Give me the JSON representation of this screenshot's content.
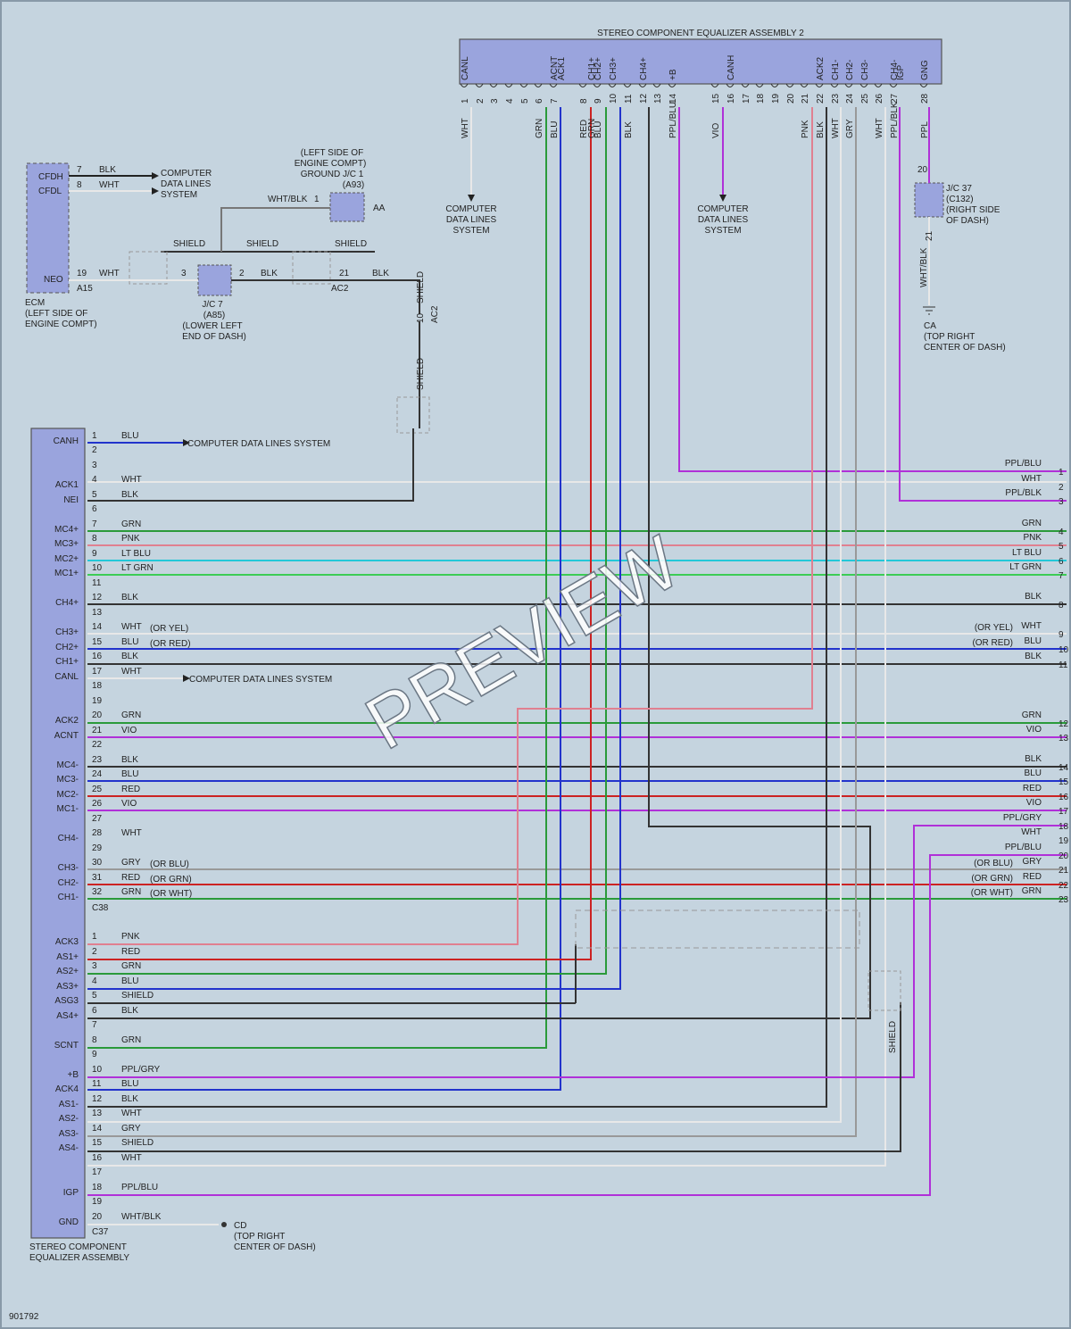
{
  "top_assembly": {
    "title": "STEREO COMPONENT EQUALIZER ASSEMBLY 2",
    "pins": [
      {
        "n": "1",
        "label": "CANL",
        "wire": "WHT"
      },
      {
        "n": "2",
        "label": "",
        "wire": ""
      },
      {
        "n": "3",
        "label": "",
        "wire": ""
      },
      {
        "n": "4",
        "label": "",
        "wire": ""
      },
      {
        "n": "5",
        "label": "",
        "wire": ""
      },
      {
        "n": "6",
        "label": "",
        "wire": "GRN"
      },
      {
        "n": "7",
        "label": "ACNT",
        "wire": "BLU"
      },
      {
        "n": "",
        "label": "ACK1",
        "wire": ""
      },
      {
        "n": "8",
        "label": "",
        "wire": "RED"
      },
      {
        "n": "",
        "label": "CH1+",
        "wire": "GRN"
      },
      {
        "n": "9",
        "label": "CH2+",
        "wire": "BLU"
      },
      {
        "n": "10",
        "label": "CH3+",
        "wire": ""
      },
      {
        "n": "11",
        "label": "",
        "wire": "BLK"
      },
      {
        "n": "12",
        "label": "CH4+",
        "wire": ""
      },
      {
        "n": "13",
        "label": "",
        "wire": ""
      },
      {
        "n": "14",
        "label": "+B",
        "wire": "PPL/BLU"
      },
      {
        "n": "15",
        "label": "",
        "wire": "VIO"
      },
      {
        "n": "16",
        "label": "CANH",
        "wire": ""
      },
      {
        "n": "17",
        "label": "",
        "wire": ""
      },
      {
        "n": "18",
        "label": "",
        "wire": ""
      },
      {
        "n": "19",
        "label": "",
        "wire": ""
      },
      {
        "n": "20",
        "label": "",
        "wire": ""
      },
      {
        "n": "21",
        "label": "",
        "wire": "PNK"
      },
      {
        "n": "22",
        "label": "ACK2",
        "wire": "BLK"
      },
      {
        "n": "23",
        "label": "CH1-",
        "wire": "WHT"
      },
      {
        "n": "24",
        "label": "CH2-",
        "wire": "GRY"
      },
      {
        "n": "25",
        "label": "CH3-",
        "wire": ""
      },
      {
        "n": "26",
        "label": "",
        "wire": "WHT"
      },
      {
        "n": "27",
        "label": "CH4-",
        "wire": "PPL/BLK"
      },
      {
        "n": "",
        "label": "IGP",
        "wire": ""
      },
      {
        "n": "28",
        "label": "GNG",
        "wire": "PPL"
      }
    ],
    "cdls_note": "COMPUTER DATA LINES SYSTEM"
  },
  "ecm": {
    "pins": [
      "CFDH",
      "CFDL",
      "NEO"
    ],
    "wire7": "7",
    "wire7_color": "BLK",
    "wire8": "8",
    "wire8_color": "WHT",
    "cdls": "COMPUTER DATA LINES SYSTEM",
    "pin19": "19",
    "pin19_color": "WHT",
    "conn": "A15",
    "caption": "ECM (LEFT SIDE OF ENGINE COMPT)"
  },
  "ground_jc1": {
    "caption": "(LEFT SIDE OF ENGINE COMPT) GROUND J/C 1 (A93)",
    "wire": "WHT/BLK",
    "pin": "1",
    "tag": "AA"
  },
  "jc7": {
    "caption": "J/C 7 (A85) (LOWER LEFT END OF DASH)",
    "pin3": "3",
    "pin2": "2",
    "wire": "BLK",
    "shield": "SHIELD"
  },
  "ac2": {
    "pin21": "21",
    "wire": "BLK",
    "conn": "AC2",
    "pin10": "10",
    "shield": "SHIELD"
  },
  "jc37": {
    "caption": "J/C 37 (C132) (RIGHT SIDE OF DASH)",
    "pin20": "20",
    "pin21": "21",
    "wire": "WHT/BLK"
  },
  "ground_ca": {
    "caption": "CA (TOP RIGHT CENTER OF DASH)"
  },
  "ground_cd": {
    "caption": "CD (TOP RIGHT CENTER OF DASH)"
  },
  "bottom_assembly": {
    "title": "STEREO COMPONENT EQUALIZER ASSEMBLY",
    "c38_rows": [
      {
        "n": "1",
        "label": "CANH",
        "wire": "BLU",
        "note": "",
        "color": "#2233cc"
      },
      {
        "n": "2",
        "label": "",
        "wire": "",
        "note": "",
        "color": ""
      },
      {
        "n": "3",
        "label": "",
        "wire": "",
        "note": "",
        "color": ""
      },
      {
        "n": "4",
        "label": "ACK1",
        "wire": "WHT",
        "note": "",
        "color": "#e8e8e8"
      },
      {
        "n": "5",
        "label": "NEI",
        "wire": "BLK",
        "note": "",
        "color": "#333333"
      },
      {
        "n": "6",
        "label": "",
        "wire": "",
        "note": "",
        "color": ""
      },
      {
        "n": "7",
        "label": "MC4+",
        "wire": "GRN",
        "note": "",
        "color": "#2a9a3a"
      },
      {
        "n": "8",
        "label": "MC3+",
        "wire": "PNK",
        "note": "",
        "color": "#e08090"
      },
      {
        "n": "9",
        "label": "MC2+",
        "wire": "LT BLU",
        "note": "",
        "color": "#22c8d8"
      },
      {
        "n": "10",
        "label": "MC1+",
        "wire": "LT GRN",
        "note": "",
        "color": "#3ccc55"
      },
      {
        "n": "11",
        "label": "",
        "wire": "",
        "note": "",
        "color": ""
      },
      {
        "n": "12",
        "label": "CH4+",
        "wire": "BLK",
        "note": "",
        "color": "#333333"
      },
      {
        "n": "13",
        "label": "",
        "wire": "",
        "note": "",
        "color": ""
      },
      {
        "n": "14",
        "label": "CH3+",
        "wire": "WHT",
        "note": "(OR YEL)",
        "color": "#e8e8e8"
      },
      {
        "n": "15",
        "label": "CH2+",
        "wire": "BLU",
        "note": "(OR RED)",
        "color": "#2233cc"
      },
      {
        "n": "16",
        "label": "CH1+",
        "wire": "BLK",
        "note": "",
        "color": "#333333"
      },
      {
        "n": "17",
        "label": "CANL",
        "wire": "WHT",
        "note": "",
        "color": "#e8e8e8"
      },
      {
        "n": "18",
        "label": "",
        "wire": "",
        "note": "",
        "color": ""
      },
      {
        "n": "19",
        "label": "",
        "wire": "",
        "note": "",
        "color": ""
      },
      {
        "n": "20",
        "label": "ACK2",
        "wire": "GRN",
        "note": "",
        "color": "#2a9a3a"
      },
      {
        "n": "21",
        "label": "ACNT",
        "wire": "VIO",
        "note": "",
        "color": "#b030d8"
      },
      {
        "n": "22",
        "label": "",
        "wire": "",
        "note": "",
        "color": ""
      },
      {
        "n": "23",
        "label": "MC4-",
        "wire": "BLK",
        "note": "",
        "color": "#333333"
      },
      {
        "n": "24",
        "label": "MC3-",
        "wire": "BLU",
        "note": "",
        "color": "#2233cc"
      },
      {
        "n": "25",
        "label": "MC2-",
        "wire": "RED",
        "note": "",
        "color": "#cc2222"
      },
      {
        "n": "26",
        "label": "MC1-",
        "wire": "VIO",
        "note": "",
        "color": "#b030d8"
      },
      {
        "n": "27",
        "label": "",
        "wire": "",
        "note": "",
        "color": ""
      },
      {
        "n": "28",
        "label": "CH4-",
        "wire": "WHT",
        "note": "",
        "color": "#e8e8e8"
      },
      {
        "n": "29",
        "label": "",
        "wire": "",
        "note": "",
        "color": ""
      },
      {
        "n": "30",
        "label": "CH3-",
        "wire": "GRY",
        "note": "(OR BLU)",
        "color": "#999999"
      },
      {
        "n": "31",
        "label": "CH2-",
        "wire": "RED",
        "note": "(OR GRN)",
        "color": "#cc2222"
      },
      {
        "n": "32",
        "label": "CH1-",
        "wire": "GRN",
        "note": "(OR WHT)",
        "color": "#2a9a3a"
      }
    ],
    "c38": "C38",
    "c37_rows": [
      {
        "n": "1",
        "label": "ACK3",
        "wire": "PNK"
      },
      {
        "n": "2",
        "label": "AS1+",
        "wire": "RED"
      },
      {
        "n": "3",
        "label": "AS2+",
        "wire": "GRN"
      },
      {
        "n": "4",
        "label": "AS3+",
        "wire": "BLU"
      },
      {
        "n": "5",
        "label": "ASG3",
        "wire": "SHIELD"
      },
      {
        "n": "6",
        "label": "AS4+",
        "wire": "BLK"
      },
      {
        "n": "7",
        "label": "",
        "wire": ""
      },
      {
        "n": "8",
        "label": "SCNT",
        "wire": "GRN"
      },
      {
        "n": "9",
        "label": "",
        "wire": ""
      },
      {
        "n": "10",
        "label": "+B",
        "wire": "PPL/GRY"
      },
      {
        "n": "11",
        "label": "ACK4",
        "wire": "BLU"
      },
      {
        "n": "12",
        "label": "AS1-",
        "wire": "BLK"
      },
      {
        "n": "13",
        "label": "AS2-",
        "wire": "WHT"
      },
      {
        "n": "14",
        "label": "AS3-",
        "wire": "GRY"
      },
      {
        "n": "15",
        "label": "AS4-",
        "wire": "SHIELD"
      },
      {
        "n": "16",
        "label": "",
        "wire": "WHT"
      },
      {
        "n": "17",
        "label": "",
        "wire": ""
      },
      {
        "n": "18",
        "label": "IGP",
        "wire": "PPL/BLU"
      },
      {
        "n": "19",
        "label": "",
        "wire": ""
      },
      {
        "n": "20",
        "label": "GND",
        "wire": "WHT/BLK"
      }
    ],
    "c37": "C37",
    "cdls": "COMPUTER DATA LINES SYSTEM"
  },
  "right_rows": [
    {
      "n": "1",
      "wire": "PPL/BLU",
      "note": ""
    },
    {
      "n": "2",
      "wire": "WHT",
      "note": ""
    },
    {
      "n": "3",
      "wire": "PPL/BLK",
      "note": ""
    },
    {
      "n": "4",
      "wire": "GRN",
      "note": ""
    },
    {
      "n": "5",
      "wire": "PNK",
      "note": ""
    },
    {
      "n": "6",
      "wire": "LT BLU",
      "note": ""
    },
    {
      "n": "7",
      "wire": "LT GRN",
      "note": ""
    },
    {
      "n": "8",
      "wire": "BLK",
      "note": ""
    },
    {
      "n": "9",
      "wire": "WHT",
      "note": "(OR YEL)"
    },
    {
      "n": "10",
      "wire": "BLU",
      "note": "(OR RED)"
    },
    {
      "n": "11",
      "wire": "BLK",
      "note": ""
    },
    {
      "n": "12",
      "wire": "GRN",
      "note": ""
    },
    {
      "n": "13",
      "wire": "VIO",
      "note": ""
    },
    {
      "n": "14",
      "wire": "BLK",
      "note": ""
    },
    {
      "n": "15",
      "wire": "BLU",
      "note": ""
    },
    {
      "n": "16",
      "wire": "RED",
      "note": ""
    },
    {
      "n": "17",
      "wire": "VIO",
      "note": ""
    },
    {
      "n": "18",
      "wire": "PPL/GRY",
      "note": ""
    },
    {
      "n": "19",
      "wire": "WHT",
      "note": ""
    },
    {
      "n": "20",
      "wire": "PPL/BLU",
      "note": ""
    },
    {
      "n": "21",
      "wire": "GRY",
      "note": "(OR BLU)"
    },
    {
      "n": "22",
      "wire": "RED",
      "note": "(OR GRN)"
    },
    {
      "n": "23",
      "wire": "GRN",
      "note": "(OR WHT)"
    }
  ],
  "watermark": "PREVIEW",
  "figure_id": "901792",
  "colors": {
    "background": "#c5d4df",
    "component": "#9aa4dd",
    "grn": "#2a9a3a",
    "blu": "#2233cc",
    "red": "#cc2222",
    "vio": "#b030d8",
    "pnk": "#e08090",
    "ltblu": "#22c8d8",
    "ltgrn": "#3ccc55",
    "blk": "#333333",
    "wht": "#e8e8e8",
    "gry": "#999999"
  }
}
